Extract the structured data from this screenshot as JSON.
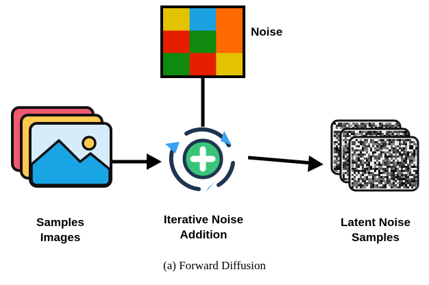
{
  "labels": {
    "noise": "Noise",
    "samples_line1": "Samples",
    "samples_line2": "Images",
    "iterative_line1": "Iterative Noise",
    "iterative_line2": "Addition",
    "latent_line1": "Latent Noise",
    "latent_line2": "Samples",
    "caption": "(a) Forward Diffusion"
  },
  "noise_grid": {
    "rows": 3,
    "cols": 3,
    "colors": [
      [
        "#e3c300",
        "#1ba0e0",
        "#ff6a00"
      ],
      [
        "#e61e00",
        "#0f8a0f",
        "#ff6a00"
      ],
      [
        "#0f8a0f",
        "#e61e00",
        "#e3c300"
      ]
    ]
  },
  "colors": {
    "photo_back": "#f05a6e",
    "photo_mid": "#ffc94d",
    "photo_front": "#d6ecfb",
    "mountain": "#19a4e6",
    "sun": "#ffc94d",
    "ring": "#1f3550",
    "ring_arrows": "#38a1f0",
    "plus_circle": "#39c47a"
  }
}
